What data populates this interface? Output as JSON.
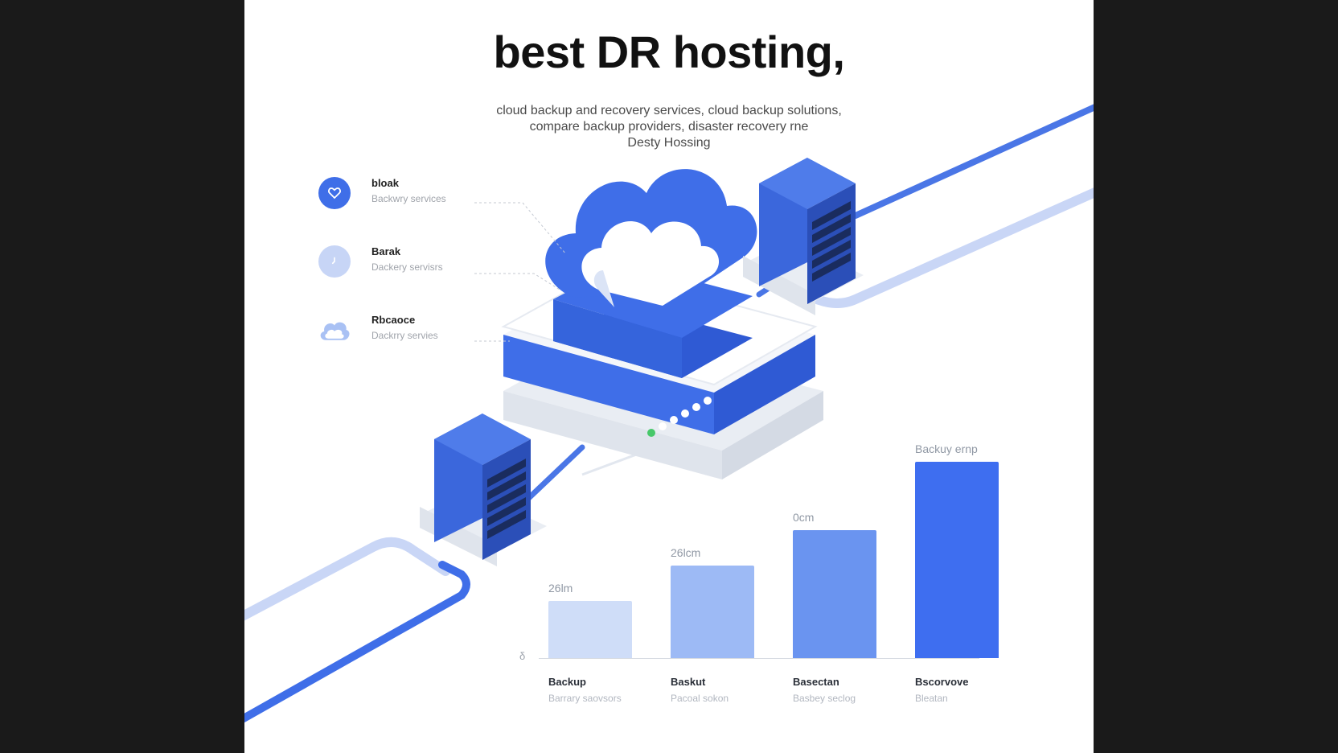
{
  "headline": "best DR hosting,",
  "subtitle": {
    "line1": "cloud backup and recovery services, cloud backup solutions,",
    "line2": "compare backup providers, disaster recovery rne",
    "line3": "Desty Hossing"
  },
  "legend": [
    {
      "title": "bloak",
      "subtitle": "Backwry services",
      "icon": "heart-icon",
      "color": "#3f6ee8"
    },
    {
      "title": "Barak",
      "subtitle": "Dackery servisrs",
      "icon": "clock-icon",
      "color": "#c7d5f6"
    },
    {
      "title": "Rbcaoce",
      "subtitle": "Dackrry servies",
      "icon": "cloud-icon",
      "color": "#a9c1f4"
    }
  ],
  "chart_data": {
    "type": "bar",
    "categories": [
      "Backup",
      "Baskut",
      "Basectan",
      "Bscorvove"
    ],
    "category_subtitles": [
      "Barrary saovsors",
      "Pacoal sokon",
      "Basbey seclog",
      "Bleatan"
    ],
    "value_labels": [
      "26lm",
      "26lcm",
      "0cm",
      "Backuy ernp"
    ],
    "values": [
      29,
      47,
      65,
      100
    ],
    "ylim": [
      0,
      100
    ],
    "baseline_label": "δ",
    "colors": [
      "#cfddf8",
      "#9dbaf5",
      "#6a94f0",
      "#3e6ef0"
    ]
  },
  "colors": {
    "accent": "#3f6ee8",
    "accent_light": "#a9c1f4"
  }
}
